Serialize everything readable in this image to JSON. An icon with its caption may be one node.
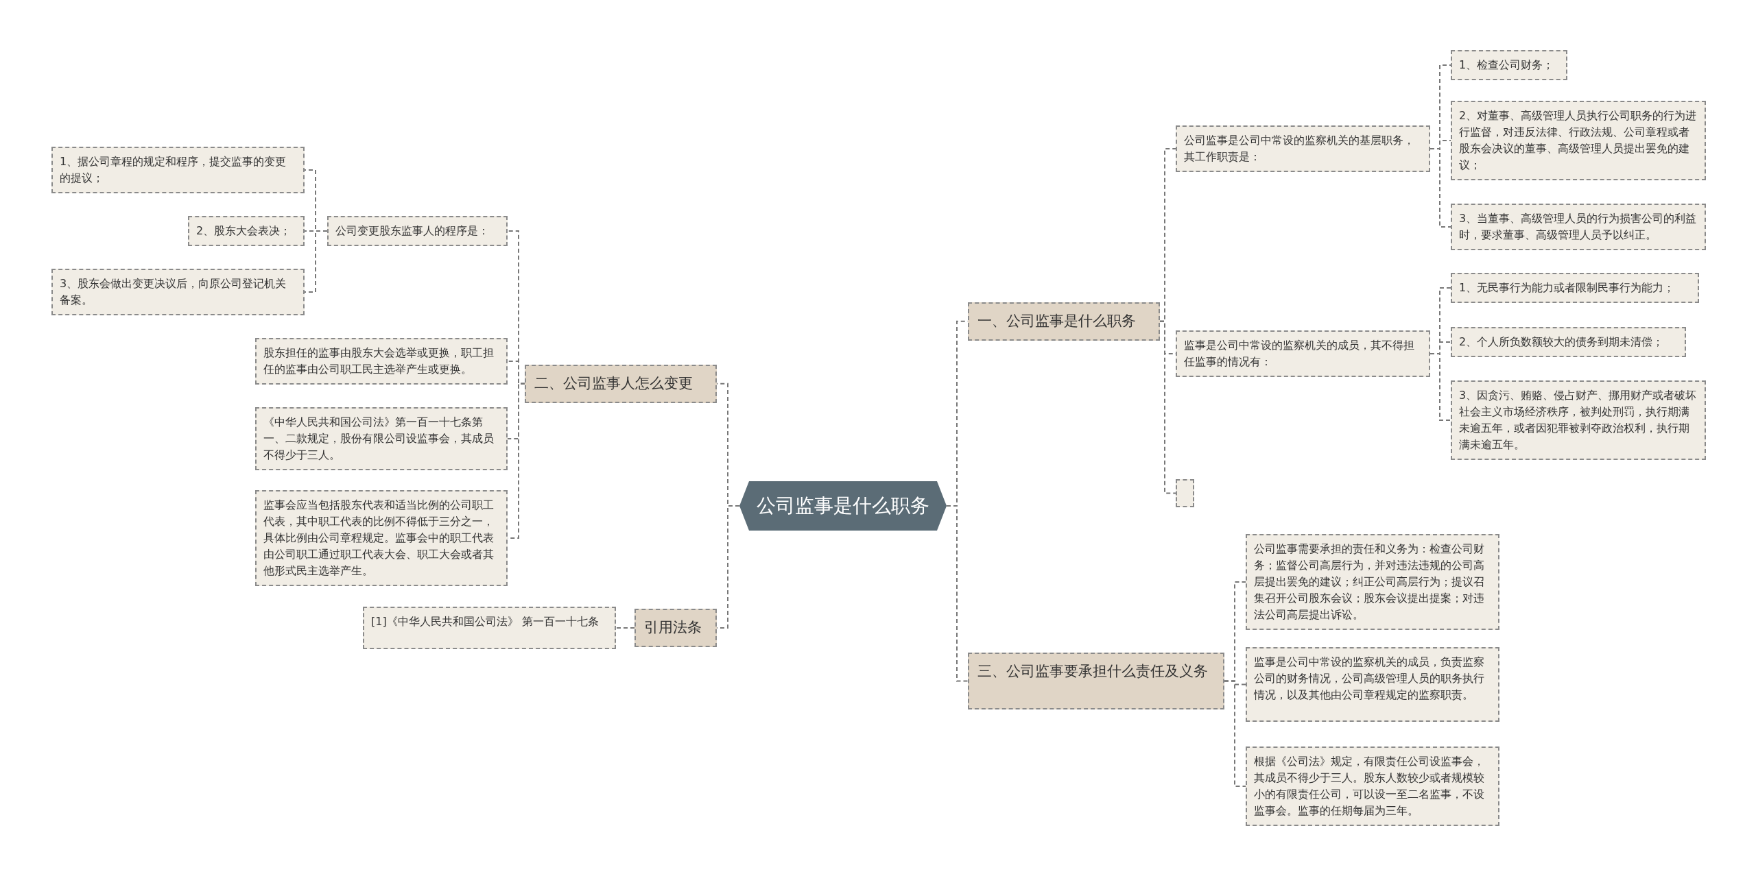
{
  "diagram": {
    "nodes": [
      {
        "text": [
          "公司监事是什么职务"
        ]
      },
      {
        "text": [
          "一、公司监事是什么职务"
        ]
      },
      {
        "text": [
          "公司监事是公司中常设的监察机关的基层职务，其工作职责是："
        ]
      },
      {
        "text": [
          "1、检查公司财务；"
        ]
      },
      {
        "text": [
          "2、对董事、高级管理人员执行公司职务的行为进行监督，对违反法律、行政法规、公司章程或者股东会决议的董事、高级管理人员提出罢免的建议；"
        ]
      },
      {
        "text": [
          "3、当董事、高级管理人员的行为损害公司的利益时，要求董事、高级管理人员予以纠正。"
        ]
      },
      {
        "text": [
          "监事是公司中常设的监察机关的成员，其不得担任监事的情况有："
        ]
      },
      {
        "text": [
          "1、无民事行为能力或者限制民事行为能力；"
        ]
      },
      {
        "text": [
          "2、个人所负数额较大的债务到期未清偿；"
        ]
      },
      {
        "text": [
          "3、因贪污、贿赂、侵占财产、挪用财产或者破坏社会主义市场经济秩序，被判处刑罚，执行期满未逾五年，或者因犯罪被剥夺政治权利，执行期满未逾五年。"
        ]
      },
      {
        "text": [],
        "shape": "box"
      },
      {
        "text": [
          "三、公司监事要承担什么责任及义务"
        ]
      },
      {
        "text": [
          "公司监事需要承担的责任和义务为：检查公司财务；监督公司高层行为，并对违法违规的公司高层提出罢免的建议；纠正公司高层行为；提议召集召开公司股东会议；股东会议提出提案；对违法公司高层提出诉讼。"
        ]
      },
      {
        "text": [
          "监事是公司中常设的监察机关的成员，负责监察公司的财务情况，公司高级管理人员的职务执行情况，以及其他由公司章程规定的监察职责。"
        ]
      },
      {
        "text": [
          "根据《公司法》规定，有限责任公司设监事会，其成员不得少于三人。股东人数较少或者规模较小的有限责任公司，可以设一至二名监事，不设监事会。监事的任期每届为三年。"
        ]
      },
      {
        "text": [
          "二、公司监事人怎么变更"
        ]
      },
      {
        "text": [
          "公司变更股东监事人的程序是："
        ]
      },
      {
        "text": [
          "1、据公司章程的规定和程序，提交监事的变更的提议；"
        ]
      },
      {
        "text": [
          "2、股东大会表决；"
        ]
      },
      {
        "text": [
          "3、股东会做出变更决议后，向原公司登记机关备案。"
        ]
      },
      {
        "text": [
          "股东担任的监事由股东大会选举或更换，职工担任的监事由公司职工民主选举产生或更换。"
        ]
      },
      {
        "text": [
          "《中华人民共和国公司法》第一百一十七条第一、二款规定，股份有限公司设监事会，其成员不得少于三人。"
        ]
      },
      {
        "text": [
          "监事会应当包括股东代表和适当比例的公司职工代表，其中职工代表的比例不得低于三分之一，具体比例由公司章程规定。监事会中的职工代表由公司职工通过职工代表大会、职工大会或者其他形式民主选举产生。"
        ]
      },
      {
        "text": [
          "引用法条"
        ]
      },
      {
        "text": [
          "[1]《中华人民共和国公司法》 第一百一十七条"
        ]
      }
    ],
    "edges": [
      {
        "from": 0,
        "to": 1,
        "arrow": "none"
      },
      {
        "from": 1,
        "to": 2,
        "arrow": "none"
      },
      {
        "from": 2,
        "to": 3,
        "arrow": "none"
      },
      {
        "from": 2,
        "to": 4,
        "arrow": "none"
      },
      {
        "from": 2,
        "to": 5,
        "arrow": "none"
      },
      {
        "from": 1,
        "to": 6,
        "arrow": "none"
      },
      {
        "from": 6,
        "to": 7,
        "arrow": "none"
      },
      {
        "from": 6,
        "to": 8,
        "arrow": "none"
      },
      {
        "from": 6,
        "to": 9,
        "arrow": "none"
      },
      {
        "from": 1,
        "to": 10,
        "arrow": "none"
      },
      {
        "from": 0,
        "to": 11,
        "arrow": "none"
      },
      {
        "from": 11,
        "to": 12,
        "arrow": "none"
      },
      {
        "from": 11,
        "to": 13,
        "arrow": "none"
      },
      {
        "from": 11,
        "to": 14,
        "arrow": "none"
      },
      {
        "from": 0,
        "to": 15,
        "arrow": "none"
      },
      {
        "from": 15,
        "to": 16,
        "arrow": "none"
      },
      {
        "from": 16,
        "to": 17,
        "arrow": "none"
      },
      {
        "from": 16,
        "to": 18,
        "arrow": "none"
      },
      {
        "from": 16,
        "to": 19,
        "arrow": "none"
      },
      {
        "from": 15,
        "to": 20,
        "arrow": "none"
      },
      {
        "from": 15,
        "to": 21,
        "arrow": "none"
      },
      {
        "from": 15,
        "to": 22,
        "arrow": "none"
      },
      {
        "from": 0,
        "to": 23,
        "arrow": "none"
      },
      {
        "from": 23,
        "to": 24,
        "arrow": "none"
      }
    ]
  }
}
